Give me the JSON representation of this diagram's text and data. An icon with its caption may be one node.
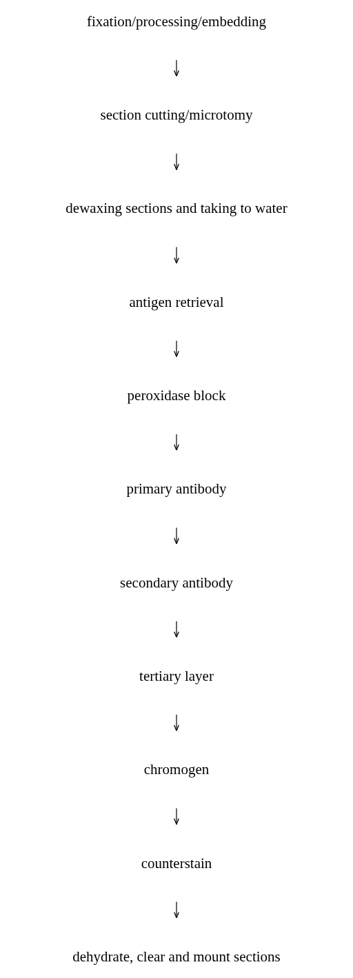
{
  "diagram": {
    "nodes": [
      {
        "text": [
          "fixation/processing/embedding"
        ]
      },
      {
        "text": [
          "section cutting/microtomy"
        ]
      },
      {
        "text": [
          "dewaxing sections and taking to water"
        ]
      },
      {
        "text": [
          "antigen retrieval"
        ]
      },
      {
        "text": [
          "peroxidase block"
        ]
      },
      {
        "text": [
          "primary antibody"
        ]
      },
      {
        "text": [
          "secondary antibody"
        ]
      },
      {
        "text": [
          "tertiary layer"
        ]
      },
      {
        "text": [
          "chromogen"
        ]
      },
      {
        "text": [
          "counterstain"
        ]
      },
      {
        "text": [
          "dehydrate, clear and mount sections"
        ]
      }
    ],
    "edges": [
      {
        "from": 0,
        "to": 1,
        "arrow": "to"
      },
      {
        "from": 1,
        "to": 2,
        "arrow": "to"
      },
      {
        "from": 2,
        "to": 3,
        "arrow": "to"
      },
      {
        "from": 3,
        "to": 4,
        "arrow": "to"
      },
      {
        "from": 4,
        "to": 5,
        "arrow": "to"
      },
      {
        "from": 5,
        "to": 6,
        "arrow": "to"
      },
      {
        "from": 6,
        "to": 7,
        "arrow": "to"
      },
      {
        "from": 7,
        "to": 8,
        "arrow": "to"
      },
      {
        "from": 8,
        "to": 9,
        "arrow": "to"
      },
      {
        "from": 9,
        "to": 10,
        "arrow": "to"
      }
    ]
  }
}
